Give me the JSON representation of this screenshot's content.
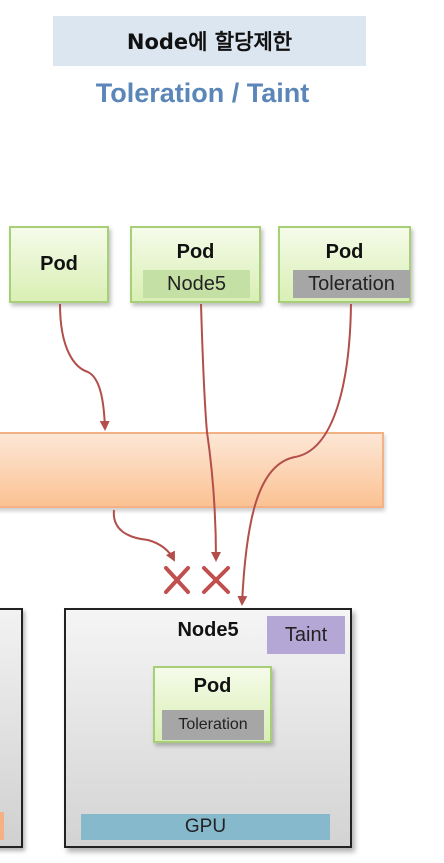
{
  "header": {
    "title": "Node에 할당제한",
    "subtitle": "Toleration / Taint"
  },
  "pods": [
    {
      "label": "Pod"
    },
    {
      "label": "Pod",
      "chip": "Node5"
    },
    {
      "label": "Pod",
      "chip": "Toleration"
    }
  ],
  "node5": {
    "label": "Node5",
    "taint": "Taint",
    "pod": {
      "label": "Pod",
      "chip": "Toleration"
    },
    "resource": "GPU"
  },
  "colors": {
    "title_bg": "#dce6f1",
    "subtitle": "#5a86b8",
    "pod_fill": "#d9efb4",
    "pod_border": "#a6cf78",
    "node5_chip": "#c5e0a5",
    "toleration_chip": "#a6a6a6",
    "scheduler_bar": "#fbc293",
    "taint": "#b4a7d6",
    "gpu": "#86b9cc",
    "arrow": "#b24f4a",
    "reject_mark": "#c0504d"
  },
  "marks": {
    "reject_count": 2,
    "reject_icon": "x-mark-icon"
  }
}
